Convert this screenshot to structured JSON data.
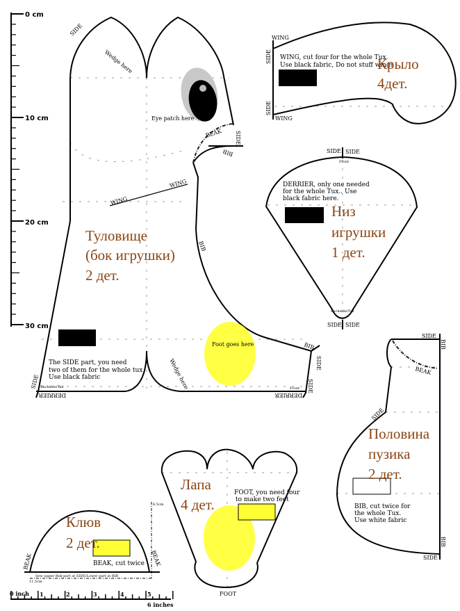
{
  "colors": {
    "russian_label": "#8a4513",
    "foot_fill": "#ffff44",
    "eye_patch": "#c8c8c8"
  },
  "ruler_cm": {
    "labels": [
      "0 cm",
      "10 cm",
      "20 cm",
      "30 cm"
    ]
  },
  "ruler_inch": {
    "labels": [
      "0 inch",
      "1",
      "2",
      "3",
      "4",
      "5",
      "6 inches"
    ]
  },
  "body": {
    "ru": [
      "Туловище",
      "(бок игрушки)",
      "2 дет."
    ],
    "side_top": "SIDE",
    "wedge_top": "Wedge here",
    "eye_patch": "Eye patch here",
    "beak": "BEAK",
    "side_right": "SIDE",
    "bib_top": "BIB",
    "wing_left": "WING",
    "wing_right": "WING",
    "bib_mid": "BIB",
    "note": [
      "The SIDE part, you need",
      "two of them for the whole  tux",
      "Use black fabric"
    ],
    "foot": "Foot goes here",
    "wedge_bottom": "Wedge here",
    "bib_bottom": "BIB",
    "side_r1": "SIDE",
    "side_r2": "SIDE",
    "side_left": "SIDE",
    "backside": "Backside/Tail",
    "front": "Front",
    "derrier_left": "DERRIER",
    "derrier_right": "DERRIER"
  },
  "wing": {
    "ru": [
      "Крыло",
      "4дет."
    ],
    "wing_top": "WING",
    "wing_bottom": "WING",
    "side_top": "SIDE",
    "side_bottom": "SIDE",
    "note": [
      "WING, cut four for the whole Tux.",
      "Use black fabric, Do not stuff wings"
    ]
  },
  "derrier": {
    "ru": [
      "Низ",
      "игрушки",
      "1 дет."
    ],
    "side_tl": "SIDE",
    "side_tr": "SIDE",
    "front": "Front",
    "note": [
      "DERRIER, only one needed",
      "for the whole Tux.. Use",
      "black fabric here."
    ],
    "backside": "Backside/Tail",
    "side_bl": "SIDE",
    "side_br": "SIDE"
  },
  "bib": {
    "ru": [
      "Половина",
      "пузика",
      "2 дет."
    ],
    "side_top": "SIDE",
    "bib_top": "BIB",
    "beak": "BEAK",
    "side_mid": "SIDE",
    "note": [
      "BIB, cut twice for",
      "the whole Tux.",
      "Use white fabric"
    ],
    "bib_bottom": "BIB",
    "side_bottom": "SIDE"
  },
  "foot": {
    "ru": [
      "Лапа",
      "4 дет."
    ],
    "note": [
      "FOOT, you need four",
      "to make two feet"
    ],
    "label": "FOOT"
  },
  "beak": {
    "ru": [
      "Клюв",
      "2 дет."
    ],
    "note": "BEAK, cut twice",
    "beak_left": "BEAK",
    "beak_right": "BEAK",
    "sew": "Sew upper Bek-part at SIDE/Lower part at BIB",
    "dim_v": "6.5cm",
    "dim_h": "11.5cm"
  }
}
